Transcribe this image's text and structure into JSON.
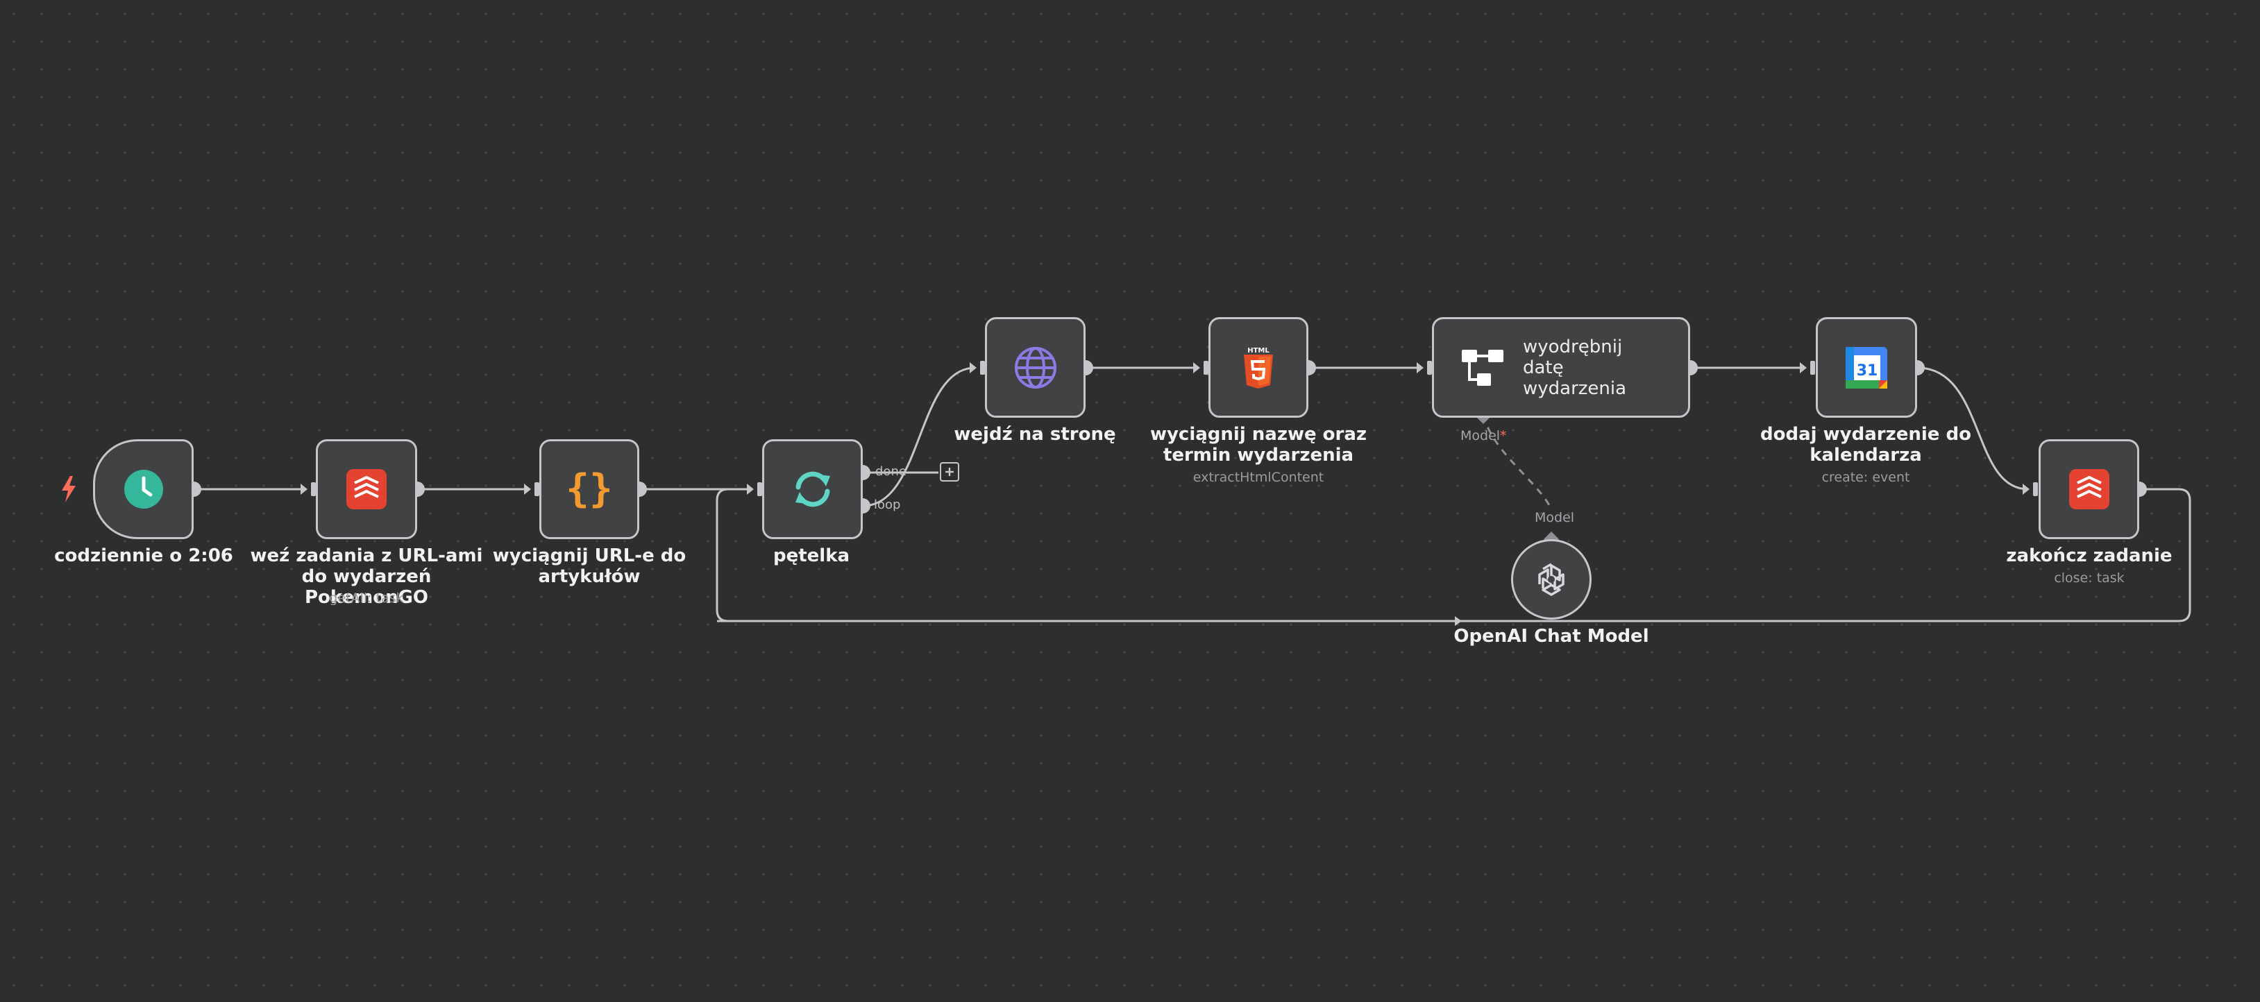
{
  "nodes": {
    "schedule": {
      "label": "codziennie o 2:06",
      "icon": "clock-icon"
    },
    "get_tasks": {
      "label": "weź zadania z URL-ami do wydarzeń PokemonGO",
      "sub": "getAll: task",
      "icon": "todoist-icon"
    },
    "extract_urls": {
      "label": "wyciągnij URL-e do artykułów",
      "icon": "braces-icon"
    },
    "loop": {
      "label": "pętelka",
      "icon": "loop-icon",
      "outputs": [
        "done",
        "loop"
      ]
    },
    "visit_page": {
      "label": "wejdź na stronę",
      "icon": "globe-icon"
    },
    "extract_html": {
      "label": "wyciągnij nazwę oraz termin wydarzenia",
      "sub": "extractHtmlContent",
      "icon": "html5-icon"
    },
    "extract_date": {
      "label": "wyodrębnij datę wydarzenia",
      "icon": "information-extractor-icon",
      "model_port": "Model"
    },
    "add_event": {
      "label": "dodaj wydarzenie do kalendarza",
      "sub": "create: event",
      "icon": "google-calendar-icon",
      "calendar_day": "31"
    },
    "close_task": {
      "label": "zakończ zadanie",
      "sub": "close: task",
      "icon": "todoist-icon"
    },
    "openai": {
      "label": "OpenAI Chat Model",
      "port": "Model",
      "icon": "openai-icon"
    }
  },
  "colors": {
    "background": "#2d2e2e",
    "node_fill": "#414244",
    "border": "#c5c6ca",
    "trigger_bolt": "#ff6d5a",
    "clock": "#35b79b",
    "todoist": "#e44332",
    "braces": "#f29a2f",
    "loop": "#5fd6c5",
    "globe": "#8a7ce4",
    "html5": "#e44d26"
  }
}
